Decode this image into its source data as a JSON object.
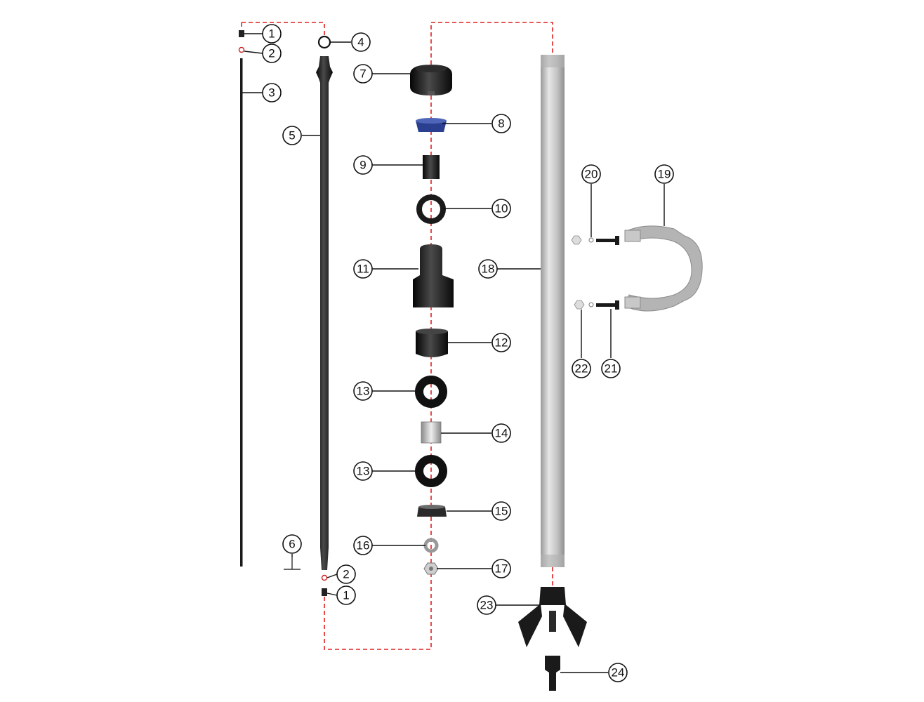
{
  "diagram": {
    "type": "exploded-parts-diagram",
    "colors": {
      "guide": "#e02020",
      "metal": "#c9c9c9",
      "black_part": "#1a1a1a",
      "blue_seal": "#2a3f8f",
      "grey_handle": "#b4b4b4"
    },
    "callouts": [
      "1",
      "2",
      "3",
      "4",
      "5",
      "6",
      "7",
      "8",
      "9",
      "10",
      "11",
      "12",
      "13",
      "14",
      "15",
      "16",
      "17",
      "18",
      "19",
      "20",
      "21",
      "22",
      "23",
      "24"
    ]
  }
}
